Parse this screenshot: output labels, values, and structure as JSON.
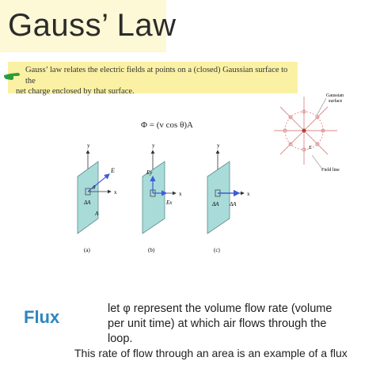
{
  "slide": {
    "title": "Gauss’ Law",
    "callout": {
      "line1": "Gauss’ law relates the electric fields at points on a (closed) Gaussian surface to the",
      "line2": "net charge enclosed by that surface."
    },
    "formula": "Φ = (v cos θ)A",
    "flux": {
      "label": "Flux",
      "description": "let φ represent the volume flow rate (volume per unit time) at which air flows through the loop.",
      "note": "This rate of flow through an area is an example of a flux"
    }
  },
  "figure_labels": {
    "panel_a": {
      "y": "y",
      "x": "x",
      "vector": "E",
      "angle": "θ",
      "area_small": "ΔA",
      "area": "A",
      "caption": "(a)"
    },
    "panel_b": {
      "y": "y",
      "x": "x",
      "ey": "Ey",
      "ex": "Ex",
      "caption": "(b)"
    },
    "panel_c": {
      "y": "y",
      "x": "x",
      "area": "ΔA",
      "vector_area": "ΔA",
      "caption": "(c)"
    }
  },
  "sphere_labels": {
    "gaussian": "Gaussian",
    "surface": "surface",
    "field_vector": "E",
    "field_line": "Field line"
  },
  "colors": {
    "title_bg": "#fdf8d6",
    "callout_bg": "#fbf1a4",
    "plate_fill": "#a9dbd9",
    "plate_stroke": "#5a8c8a",
    "vector": "#3f5bd8",
    "flux_label": "#2e86c1",
    "sphere_lines": "#d98a8a",
    "hand": "#2a9d3a"
  }
}
